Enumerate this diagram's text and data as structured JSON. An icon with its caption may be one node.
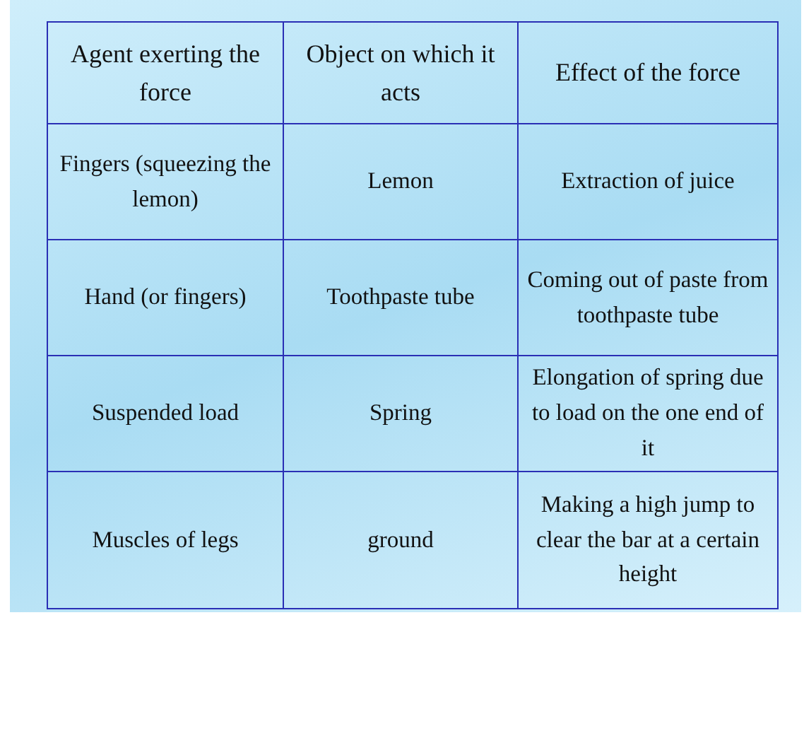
{
  "diagram": {
    "labels": [
      "Agent exerting the force",
      "Object on which it acts",
      "Effect of the force",
      "Fingers (squeezing the lemon)",
      "Lemon",
      "Extraction of juice",
      "Hand (or fingers)",
      "Toothpaste tube",
      "Coming out of paste from toothpaste tube",
      "Suspended load",
      "Spring",
      "Elongation of spring due to load on the one end of it",
      "Muscles of legs",
      "ground",
      "Making a high jump to clear the bar at a certain height"
    ]
  }
}
